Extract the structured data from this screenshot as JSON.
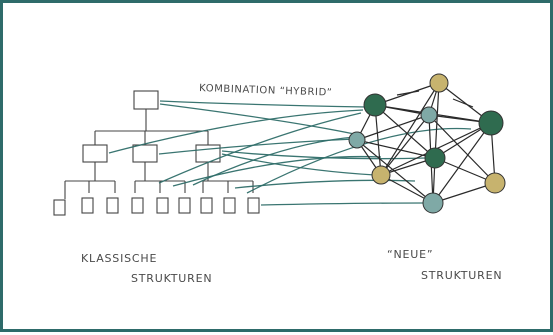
{
  "labels": {
    "hybrid": "KOMBINATION “HYBRID”",
    "classic_line1": "KLASSISCHE",
    "classic_line2": "STRUKTUREN",
    "new_line1": "“NEUE”",
    "new_line2": "STRUKTUREN"
  },
  "colors": {
    "frame": "#2e6b6a",
    "dark_green": "#2f6b4f",
    "teal": "#7fa9a6",
    "ochre": "#c7b36e",
    "connector": "#2f6e69"
  },
  "network_nodes": [
    {
      "id": "n1",
      "color": "ochre"
    },
    {
      "id": "n2",
      "color": "dark_green"
    },
    {
      "id": "n3",
      "color": "dark_green"
    },
    {
      "id": "n4",
      "color": "teal"
    },
    {
      "id": "n5",
      "color": "teal"
    },
    {
      "id": "n6",
      "color": "dark_green"
    },
    {
      "id": "n7",
      "color": "ochre"
    },
    {
      "id": "n8",
      "color": "ochre"
    },
    {
      "id": "n9",
      "color": "teal"
    }
  ]
}
